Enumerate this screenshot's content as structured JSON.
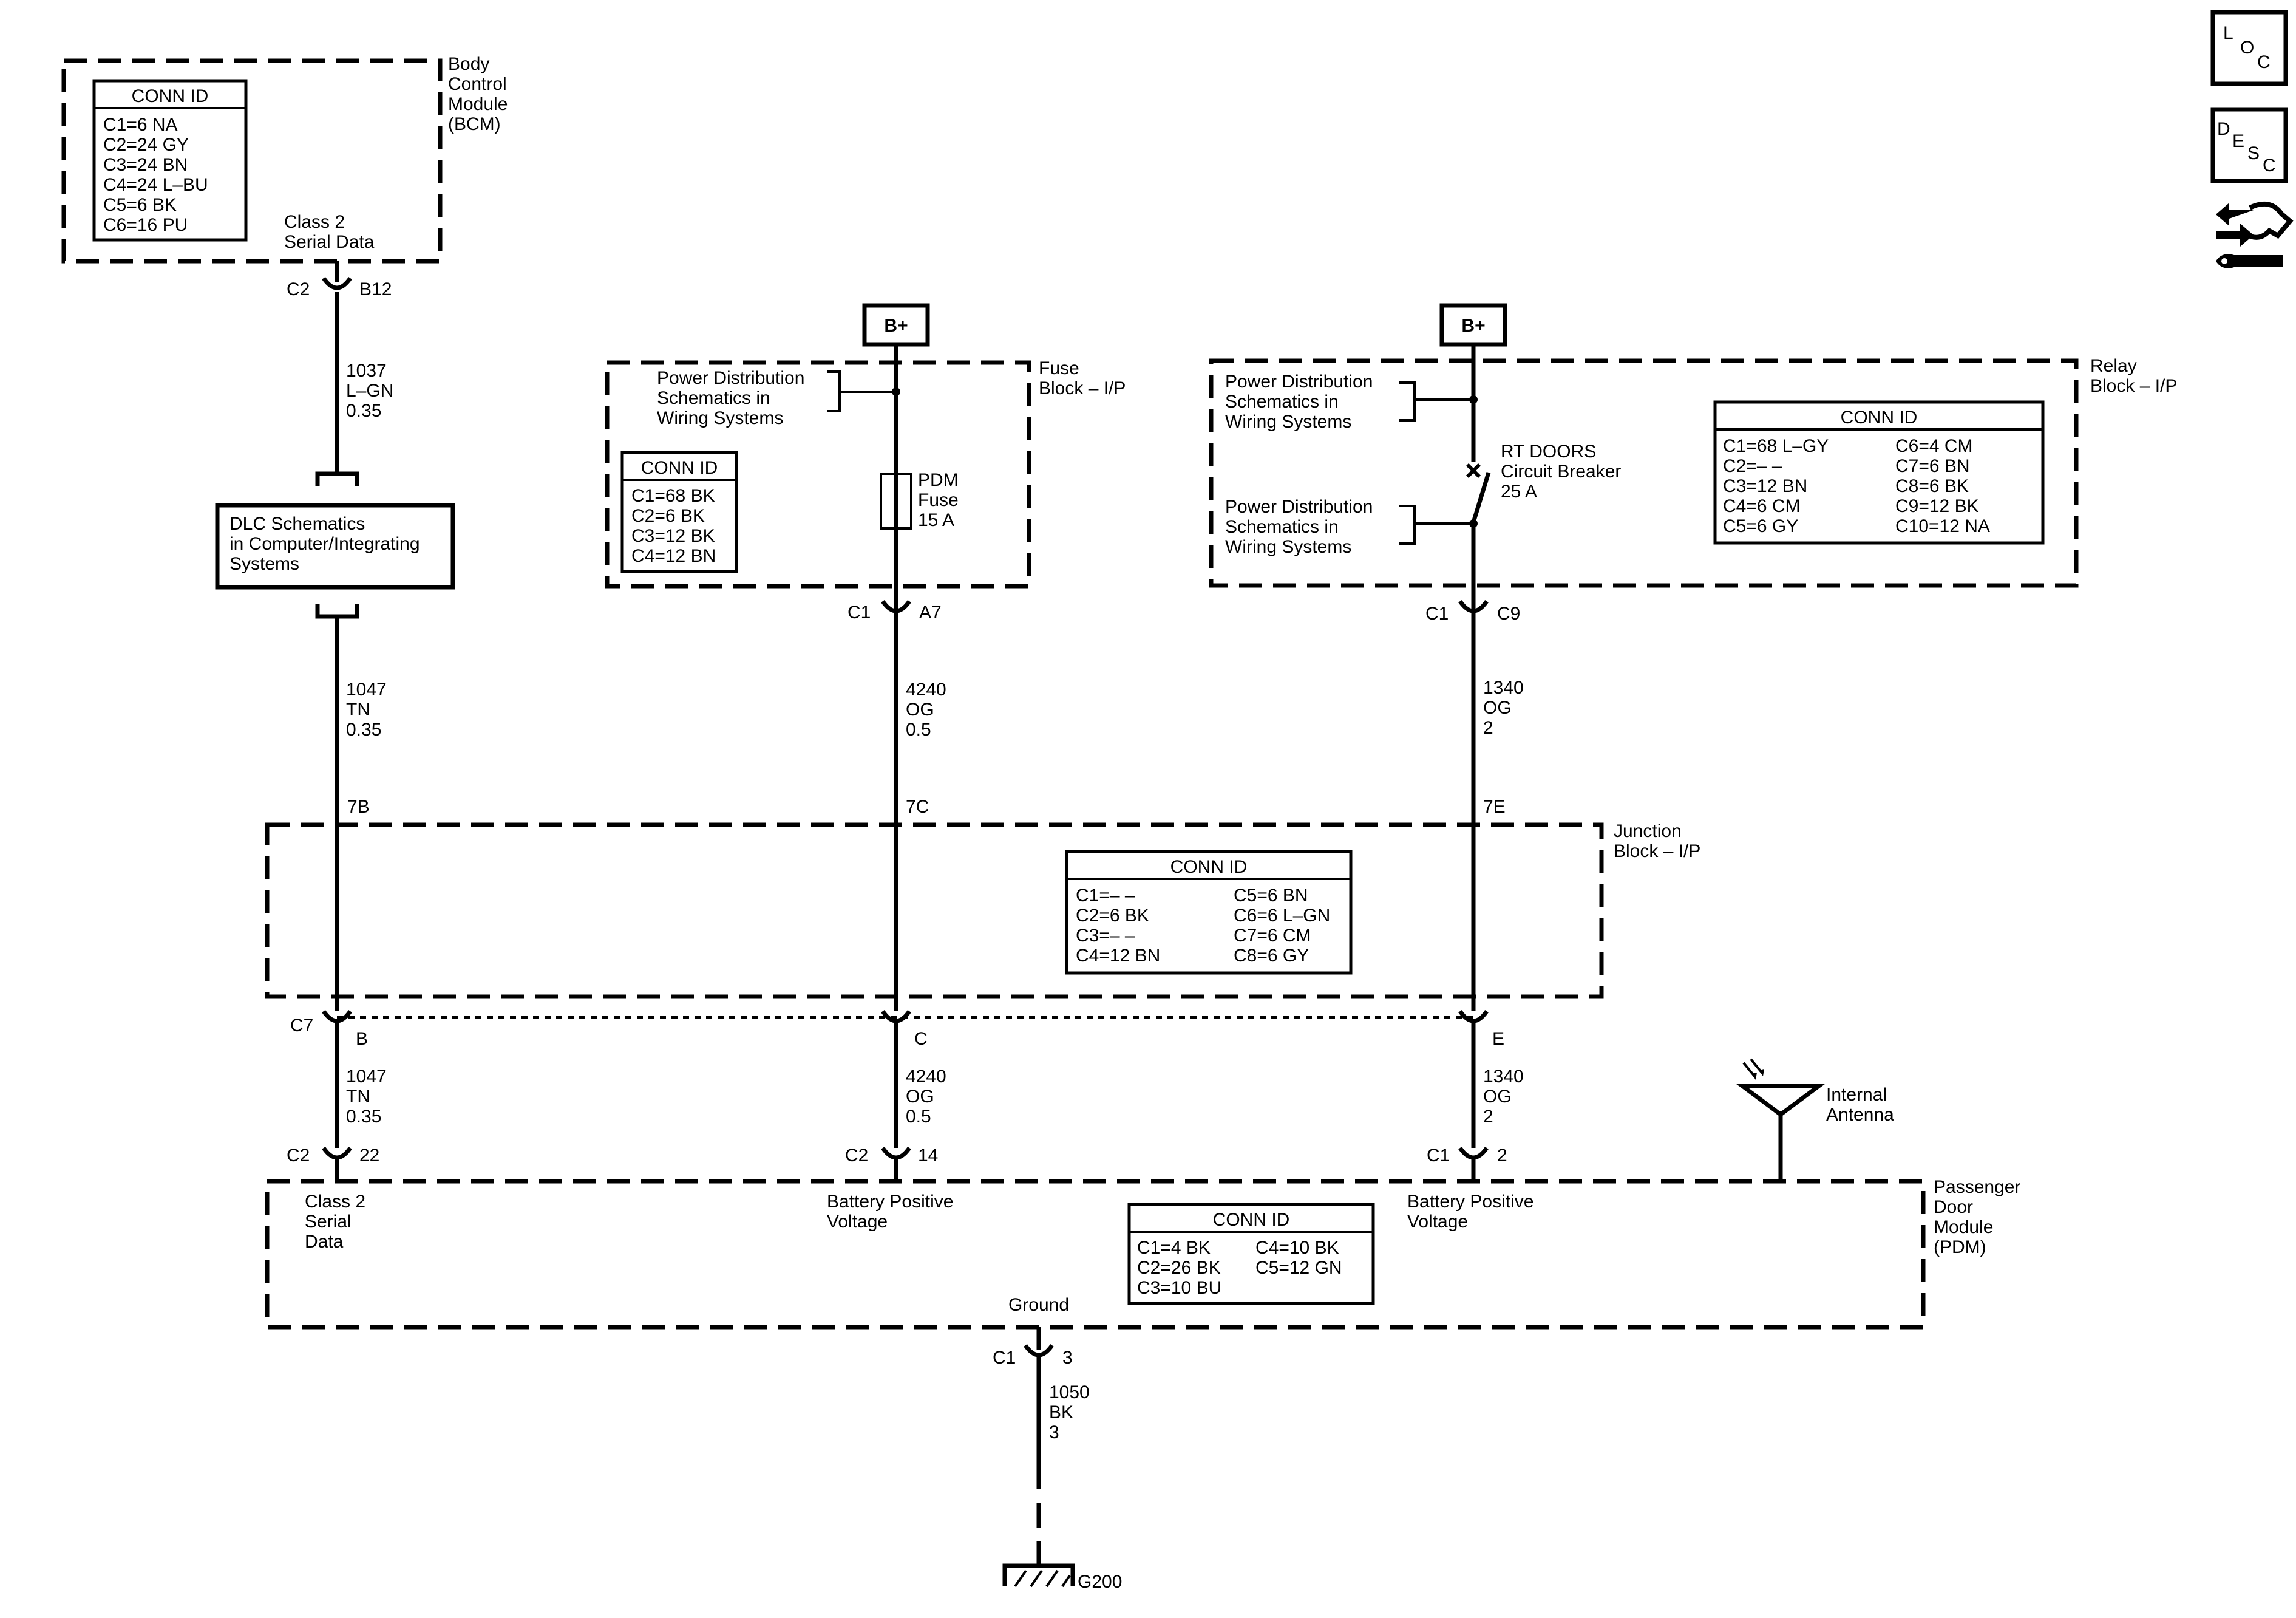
{
  "bcm": {
    "label": [
      "Body",
      "Control",
      "Module",
      "(BCM)"
    ],
    "conn_title": "CONN ID",
    "conn": [
      "C1=6 NA",
      "C2=24 GY",
      "C3=24 BN",
      "C4=24 L–BU",
      "C5=6 BK",
      "C6=16 PU"
    ],
    "pin_label": [
      "Class 2",
      "Serial Data"
    ],
    "connector": "C2",
    "pin": "B12"
  },
  "wire_1037": [
    "1037",
    "L–GN",
    "0.35"
  ],
  "dlc": [
    "DLC Schematics",
    "in Computer/Integrating",
    "Systems"
  ],
  "wire_1047_upper": [
    "1047",
    "TN",
    "0.35"
  ],
  "battery_symbol": "B+",
  "fuse_block": {
    "label": [
      "Fuse",
      "Block – I/P"
    ],
    "pd_ref": [
      "Power Distribution",
      "Schematics in",
      "Wiring  Systems"
    ],
    "fuse": [
      "PDM",
      "Fuse",
      "15 A"
    ],
    "conn_title": "CONN ID",
    "conn": [
      "C1=68 BK",
      "C2=6 BK",
      "C3=12 BK",
      "C4=12 BN"
    ],
    "connector": "C1",
    "pin": "A7"
  },
  "wire_4240_upper": [
    "4240",
    "OG",
    "0.5"
  ],
  "relay_block": {
    "label": [
      "Relay",
      "Block – I/P"
    ],
    "pd_ref_top": [
      "Power Distribution",
      "Schematics in",
      "Wiring Systems"
    ],
    "pd_ref_bottom": [
      "Power Distribution",
      "Schematics in",
      "Wiring Systems"
    ],
    "breaker": [
      "RT DOORS",
      "Circuit Breaker",
      "25 A"
    ],
    "conn_title": "CONN ID",
    "conn_left": [
      "C1=68 L–GY",
      "C2=– –",
      "C3=12 BN",
      "C4=6 CM",
      "C5=6 GY"
    ],
    "conn_right": [
      "C6=4 CM",
      "C7=6 BN",
      "C8=6 BK",
      "C9=12 BK",
      "C10=12 NA"
    ],
    "connector": "C1",
    "pin": "C9"
  },
  "wire_1340_upper": [
    "1340",
    "OG",
    "2"
  ],
  "junction_block": {
    "label": [
      "Junction",
      "Block – I/P"
    ],
    "pins_top": [
      "7B",
      "7C",
      "7E"
    ],
    "conn_title": "CONN ID",
    "conn_left": [
      "C1=– –",
      "C2=6 BK",
      "C3=– –",
      "C4=12 BN"
    ],
    "conn_right": [
      "C5=6 BN",
      "C6=6 L–GN",
      "C7=6 CM",
      "C8=6 GY"
    ],
    "connector": "C7",
    "pins_bottom": [
      "B",
      "C",
      "E"
    ]
  },
  "wire_1047_lower": [
    "1047",
    "TN",
    "0.35"
  ],
  "wire_4240_lower": [
    "4240",
    "OG",
    "0.5"
  ],
  "wire_1340_lower": [
    "1340",
    "OG",
    "2"
  ],
  "antenna": [
    "Internal",
    "Antenna"
  ],
  "pdm": {
    "label": [
      "Passenger",
      "Door",
      "Module",
      "(PDM)"
    ],
    "pin1": {
      "connector": "C2",
      "pin": "22",
      "label": [
        "Class 2",
        "Serial",
        "Data"
      ]
    },
    "pin2": {
      "connector": "C2",
      "pin": "14",
      "label": [
        "Battery Positive",
        "Voltage"
      ]
    },
    "pin3": {
      "connector": "C1",
      "pin": "2",
      "label": [
        "Battery Positive",
        "Voltage"
      ]
    },
    "conn_title": "CONN ID",
    "conn_left": [
      "C1=4 BK",
      "C2=26 BK",
      "C3=10 BU"
    ],
    "conn_right": [
      "C4=10 BK",
      "C5=12 GN"
    ],
    "ground_label": "Ground",
    "ground_connector": "C1",
    "ground_pin": "3"
  },
  "wire_1050": [
    "1050",
    "BK",
    "3"
  ],
  "ground_id": "G200",
  "side_icons": {
    "loc": [
      "L",
      "O",
      "C"
    ],
    "desc": [
      "D",
      "E",
      "S",
      "C"
    ],
    "tool_icon": "wrench-arrows-icon"
  }
}
